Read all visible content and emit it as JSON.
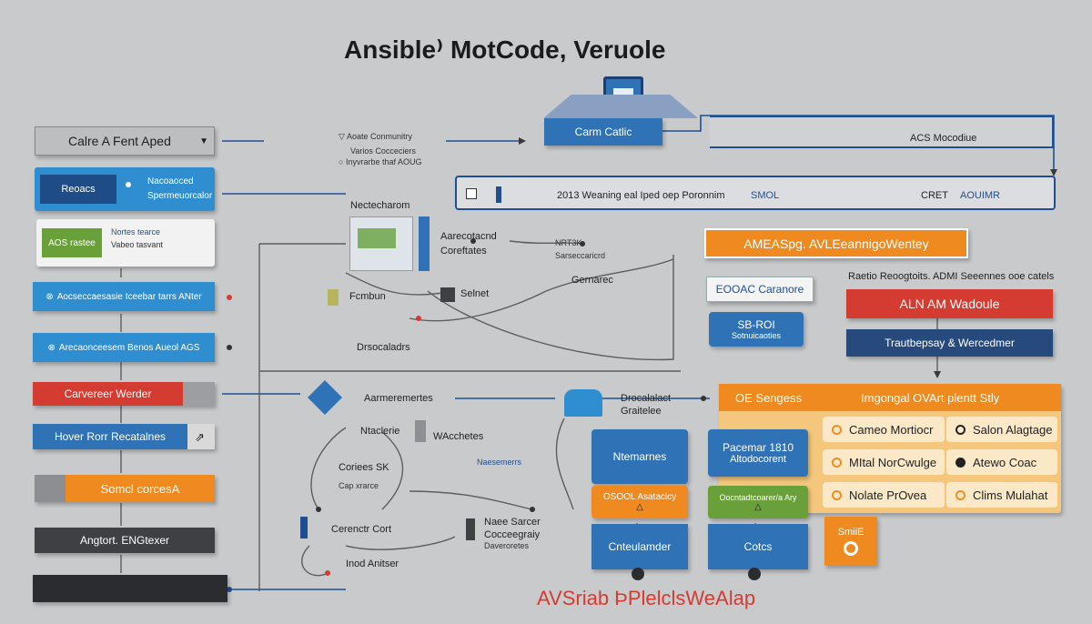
{
  "title": "Ansible⁾ MotCode, Veruole",
  "top": {
    "header_button": "Carm Catlic",
    "right_label": "ACS Mocodiue",
    "note_line1": "Aoate Conmunitry",
    "note_line2": "Varios Cocceciers",
    "note_line3": "Inyvrarbe thaf AOUG",
    "search_bar_text": "2013 Weaning eal Iped oep Poronnim",
    "search_bar_tag": "SMOL",
    "search_bar_right": "CRET",
    "search_bar_link": "AOUIMR"
  },
  "left_column": {
    "item1": "Calre  A Fent Aped",
    "item2_badge": "Reoacs",
    "item2_line1": "Nacoaoced",
    "item2_line2": "Spermeuorcalor",
    "item3_badge": "AOS rastee",
    "item3_line1": "Nortes tearce",
    "item3_line2": "Vabeo tasvant",
    "item4": "Aocseccaesasie Iceebar tarrs ANter",
    "item5": "Arecaonceesem Benos Aueol AGS",
    "item6": "Carvereer Werder",
    "item7": "Hover Rorr Recatalnes",
    "item8": "Somcl corcesA",
    "item9": "Angtort. ENGtexer"
  },
  "middle": {
    "node_hub": "Nectecharom",
    "node_a_line1": "Aarecotacnd",
    "node_a_line2": "Coreftates",
    "node_b_line1": "NRT3K",
    "node_b_line2": "Sarseccaricrd",
    "node_c": "Gernarec",
    "node_d": "Fcmbun",
    "node_e": "Selnet",
    "node_f": "Drsocaladrs",
    "node_g": "Aarmeremertes",
    "node_h": "Ntaclerie",
    "node_i": "WAcchetes",
    "node_j_line1": "Drocalalact",
    "node_j_line2": "Graitelee",
    "node_k_line1": "Coriees  SK",
    "node_k_line2": "Cap xrarce",
    "node_l": "Cerenctr Cort",
    "node_m_line1": "Naee  Sarcer",
    "node_m_line2": "Cocceegraiy",
    "node_m_line3": "Daveroretes",
    "node_n": "Inod Anitser",
    "node_o": "Naesemerrs"
  },
  "right": {
    "orange_banner": "AMEASpg. AVLEeannigoWentey",
    "sub_label": "Raetio Reoogtoits. ADMI Seeennes ooe catels",
    "box_left": "EOOAC Caranore",
    "box_center_line1": "SB-ROI",
    "box_center_line2": "Sotnuicaoties",
    "red_button": "ALN AM Wadoule",
    "navy_button": "Trautbepsay & Wercedmer",
    "panel_left": "OE Sengess",
    "panel_title": "Imgongal OVArt plentt Stly",
    "opt1": "Cameo Mortiocr",
    "opt2": "MItal NorCwulge",
    "opt3": "Nolate PrOvea",
    "opt4": "Salon Alagtage",
    "opt5": "Atewo Coac",
    "opt6": "Clims Mulahat",
    "small_orange": "SmiiE",
    "card_a": "Ntemarnes",
    "card_b_line1": "Pacemar 1810",
    "card_b_line2": "Altodocorent",
    "card_c": "OSOOL Asatacicy",
    "card_d": "Oocntadtcoarer/a Ary",
    "card_e": "Cnteulamder",
    "card_f": "Cotcs"
  },
  "footer": "AVSriab ÞPlelclsWeAlap",
  "colors": {
    "background": "#c9cacc",
    "blue": "#2f73b6",
    "navy": "#274a7c",
    "orange": "#ee8a1f",
    "red": "#d43c32",
    "green": "#6aa03a",
    "dark": "#3f4044",
    "line": "#5d5d5d"
  }
}
